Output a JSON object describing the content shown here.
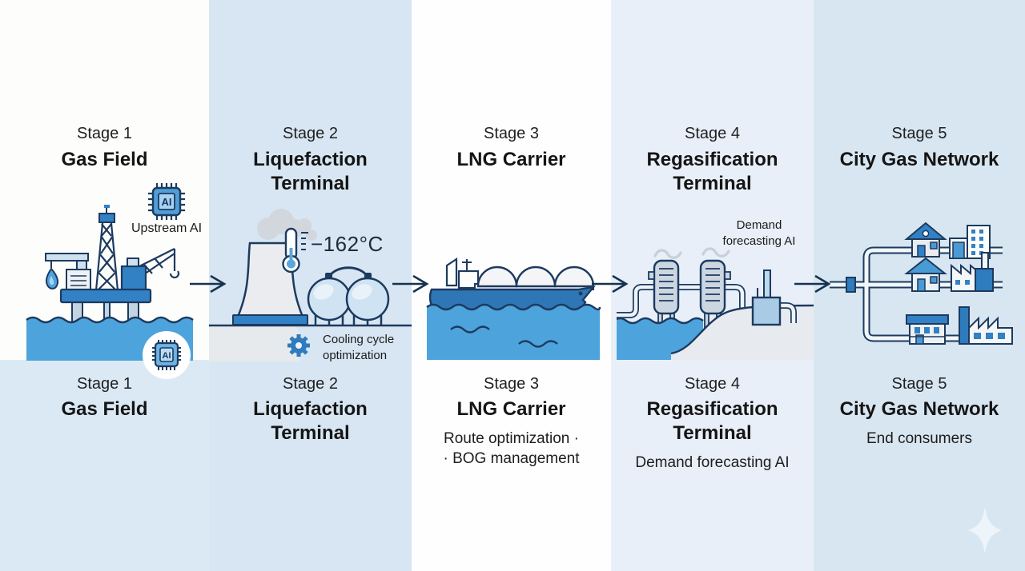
{
  "colors": {
    "navy": "#1d3a5f",
    "blue": "#3181c4",
    "water_blue": "#4da3dc",
    "hull_blue": "#2e76b5",
    "panel_blue": "#d7e6f2",
    "panel_blue_light": "#e8eff8",
    "chip_blue": "#4f9fd8"
  },
  "stages": [
    {
      "header": {
        "stage": "Stage 1",
        "title": "Gas Field"
      },
      "annotations": {
        "chip": "AI",
        "upstream_ai": "Upstream AI",
        "chip_badge": "AI"
      },
      "caption": {
        "stage": "Stage 1",
        "title": "Gas Field"
      }
    },
    {
      "header": {
        "stage": "Stage 2",
        "title": "Liquefaction Terminal"
      },
      "annotations": {
        "temperature": "−162°C",
        "cooling": "Cooling cycle optimization"
      },
      "caption": {
        "stage": "Stage 2",
        "title": "Liquefaction Terminal"
      }
    },
    {
      "header": {
        "stage": "Stage 3",
        "title": "LNG Carrier"
      },
      "caption": {
        "stage": "Stage 3",
        "title": "LNG Carrier",
        "notes": [
          "Route optimization ·",
          "· BOG management"
        ]
      }
    },
    {
      "header": {
        "stage": "Stage 4",
        "title": "Regasification Terminal"
      },
      "annotations": {
        "demand": "Demand forecasting AI"
      },
      "caption": {
        "stage": "Stage 4",
        "title": "Regasification Terminal",
        "note": "Demand forecasting AI"
      }
    },
    {
      "header": {
        "stage": "Stage 5",
        "title": "City Gas Network"
      },
      "caption": {
        "stage": "Stage 5",
        "title": "City Gas Network",
        "note": "End consumers"
      }
    }
  ]
}
